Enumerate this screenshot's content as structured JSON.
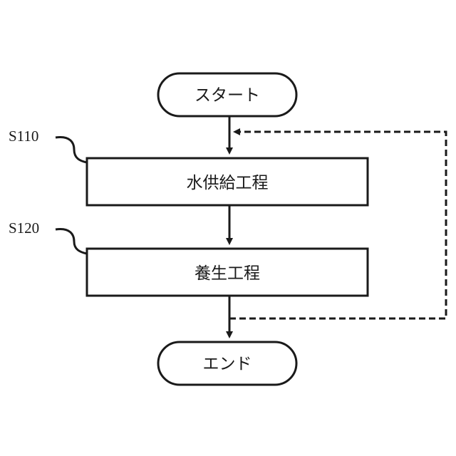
{
  "terminals": {
    "start": "スタート",
    "end": "エンド"
  },
  "steps": [
    {
      "id": "S110",
      "label": "水供給工程"
    },
    {
      "id": "S120",
      "label": "養生工程"
    }
  ],
  "loop": {
    "style": "dashed",
    "from": "S120",
    "to": "S110"
  },
  "colors": {
    "line": "#1a1a1a",
    "background": "#ffffff"
  }
}
